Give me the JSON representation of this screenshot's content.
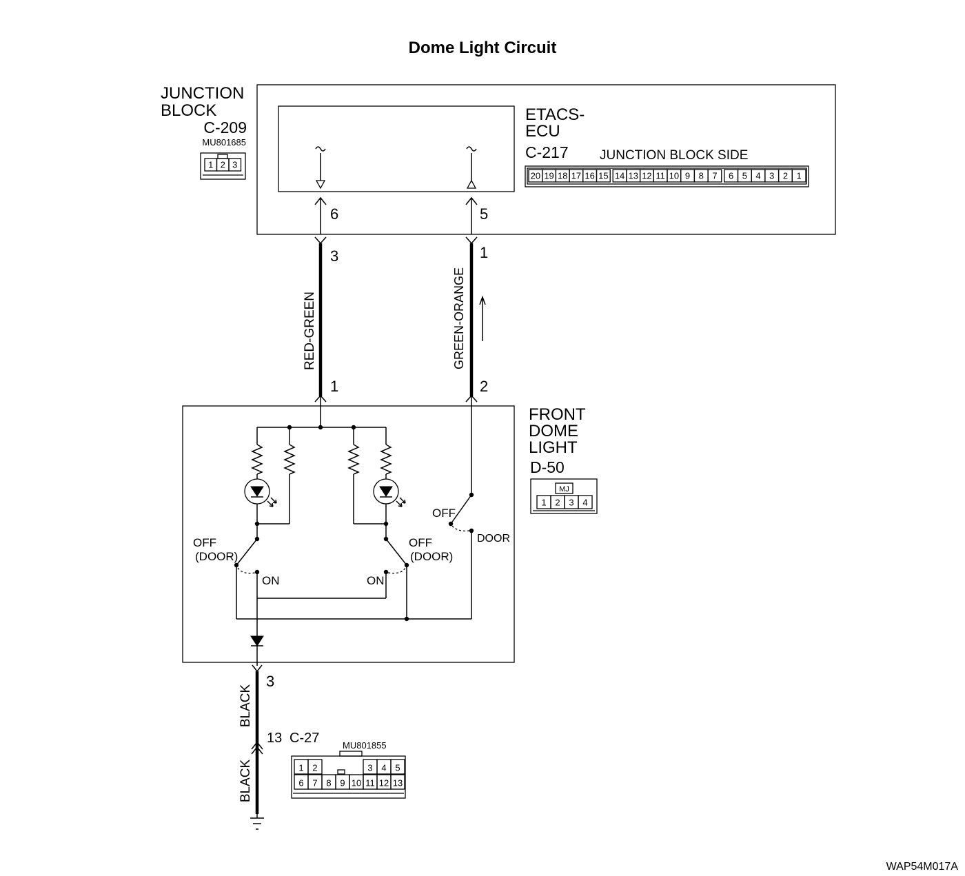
{
  "title": "Dome Light Circuit",
  "junction_block": {
    "name_line1": "JUNCTION",
    "name_line2": "BLOCK",
    "connector": "C-209",
    "part_number": "MU801685",
    "pins": [
      "1",
      "2",
      "3"
    ]
  },
  "etacs_ecu": {
    "name_line1": "ETACS-",
    "name_line2": "ECU",
    "connector": "C-217",
    "connector_side": "JUNCTION BLOCK SIDE",
    "pins": [
      "20",
      "19",
      "18",
      "17",
      "16",
      "15",
      "14",
      "13",
      "12",
      "11",
      "10",
      "9",
      "8",
      "7",
      "6",
      "5",
      "4",
      "3",
      "2",
      "1"
    ],
    "terminal_left": "6",
    "terminal_right": "5"
  },
  "wire_red_green": {
    "color": "RED-GREEN",
    "junction_pin": "3",
    "dome_pin": "1"
  },
  "wire_green_orange": {
    "color": "GREEN-ORANGE",
    "junction_pin": "1",
    "dome_pin": "2"
  },
  "front_dome_light": {
    "name_line1": "FRONT",
    "name_line2": "DOME",
    "name_line3": "LIGHT",
    "connector": "D-50",
    "connector_tag": "MJ",
    "pins": [
      "1",
      "2",
      "3",
      "4"
    ],
    "left_switch": {
      "off": "OFF",
      "door": "(DOOR)",
      "on": "ON"
    },
    "right_switch": {
      "off": "OFF",
      "door": "(DOOR)",
      "on": "ON"
    },
    "door_switch": {
      "off": "OFF",
      "door": "DOOR"
    }
  },
  "ground_wire": {
    "dome_pin": "3",
    "color_upper": "BLACK",
    "color_lower": "BLACK",
    "joint_pin": "13",
    "joint_connector": "C-27"
  },
  "joint_connector_c27": {
    "part_number": "MU801855",
    "row1": [
      "1",
      "2",
      "3",
      "4",
      "5"
    ],
    "row2": [
      "6",
      "7",
      "8",
      "9",
      "10",
      "11",
      "12",
      "13"
    ]
  },
  "figure_code": "WAP54M017A"
}
